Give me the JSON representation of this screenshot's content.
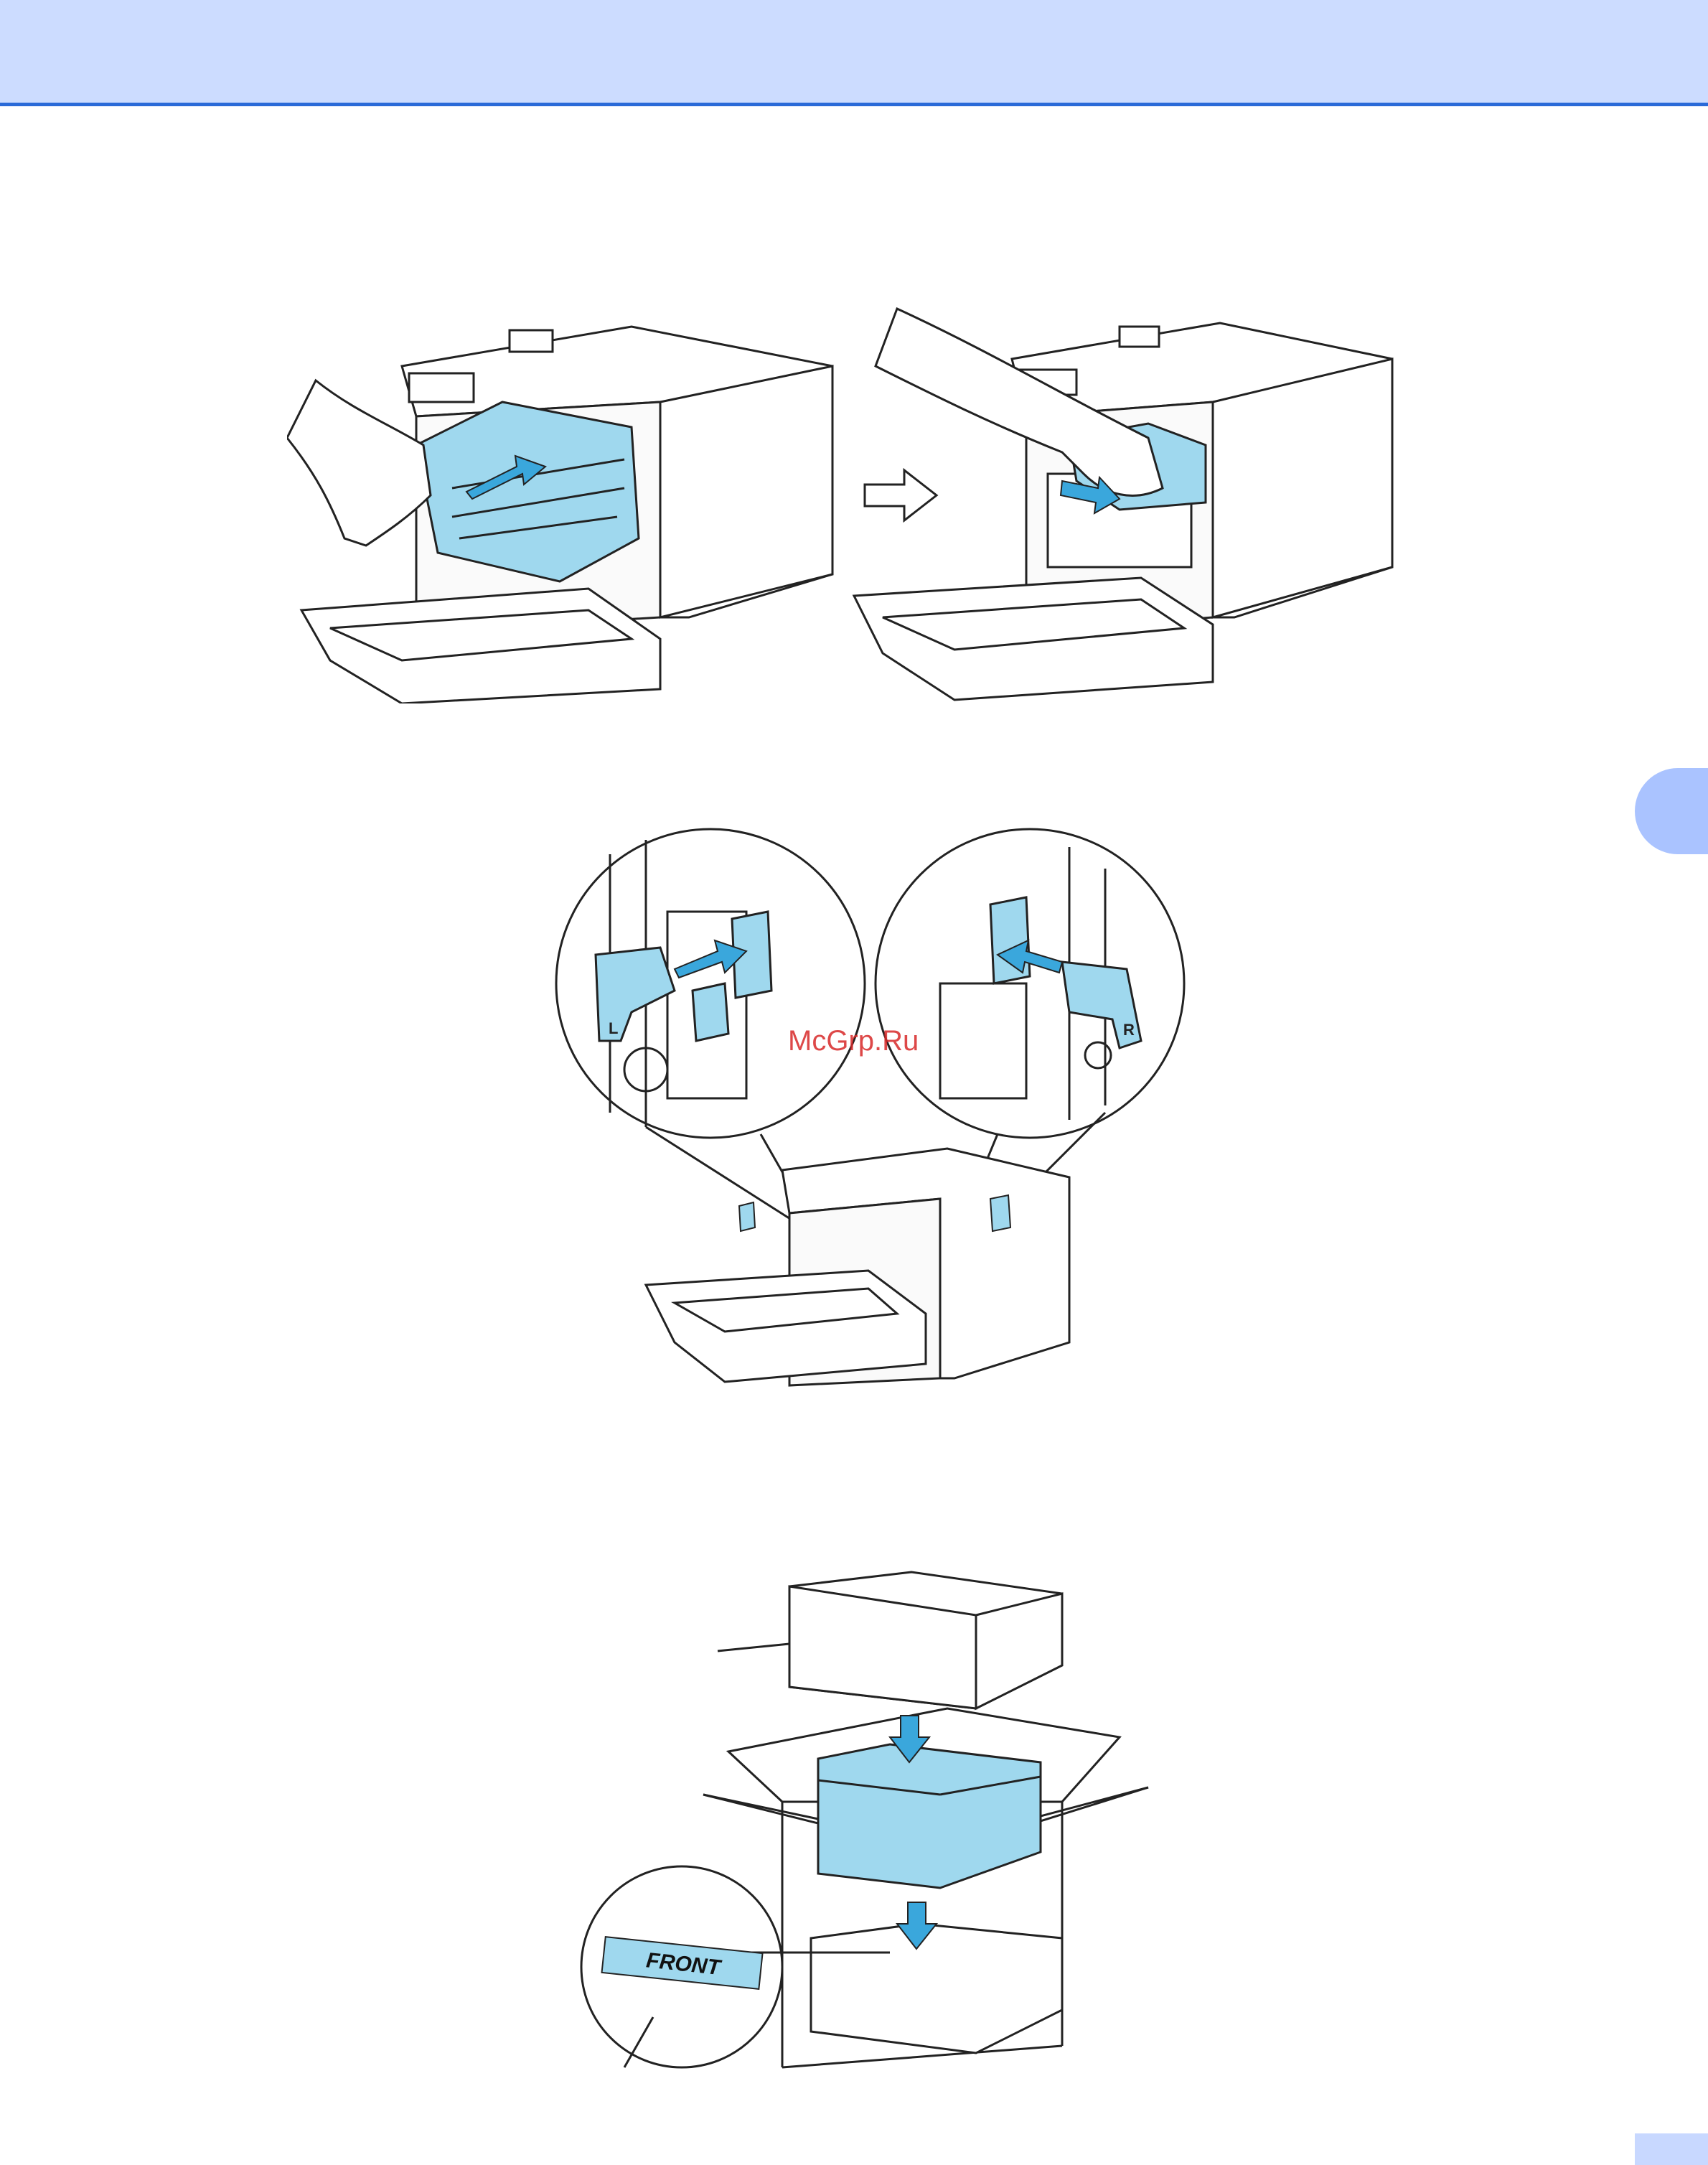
{
  "page": {
    "watermark": "McGrp.Ru",
    "front_label": "FRONT",
    "drum_lock_left_letter": "L",
    "drum_lock_right_letter": "R"
  },
  "colors": {
    "header_band": "#ccdcff",
    "header_rule": "#2a6ad8",
    "chapter_tab": "#aac3ff",
    "part_highlight": "#9fd8ee",
    "arrow": "#3aa7dc",
    "line": "#222222"
  }
}
